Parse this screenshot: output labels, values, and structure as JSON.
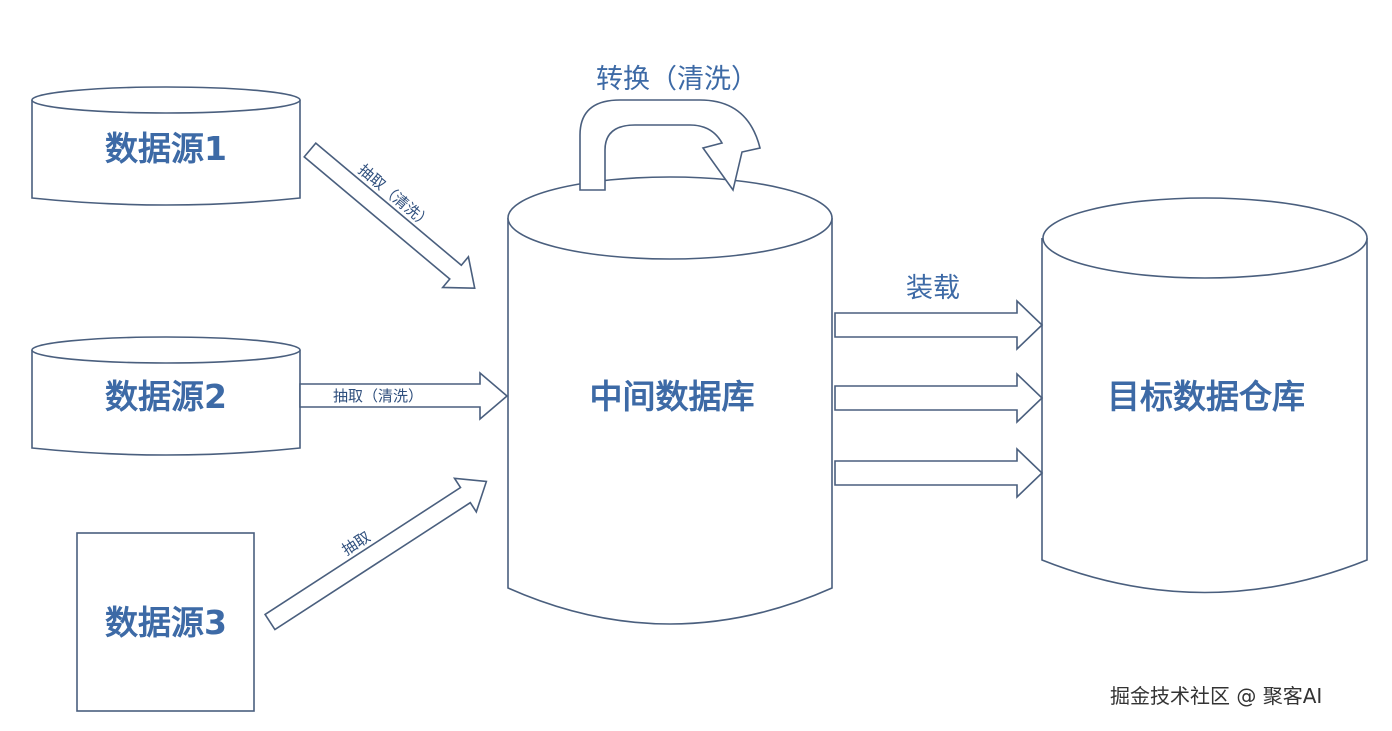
{
  "nodes": {
    "source1": "数据源1",
    "source2": "数据源2",
    "source3": "数据源3",
    "intermediate_db": "中间数据库",
    "target_warehouse": "目标数据仓库"
  },
  "edges": {
    "extract_clean_1": "抽取（清洗）",
    "extract_clean_2": "抽取（清洗）",
    "extract_3": "抽取",
    "transform": "转换（清洗）",
    "load": "装载"
  },
  "watermark": "掘金技术社区 @ 聚客AI",
  "colors": {
    "stroke": "#4a5f7e",
    "label": "#3d6aa6"
  }
}
